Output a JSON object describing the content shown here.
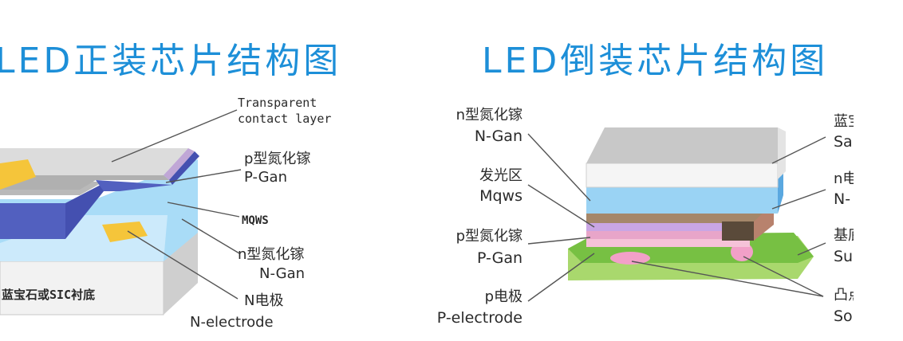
{
  "left": {
    "title": "LED正装芯片结构图",
    "labels": {
      "transparent_1": "Transparent",
      "transparent_2": "contact layer",
      "p_cn": "p型氮化镓",
      "p_en": "P-Gan",
      "mqws": "MQWS",
      "n_cn": "n型氮化镓",
      "n_en": "N-Gan",
      "ne_cn": "N电极",
      "ne_en": "N-electrode",
      "substrate": "蓝宝石或SIC衬底"
    }
  },
  "right": {
    "title": "LED倒装芯片结构图",
    "labels": {
      "n_cn": "n型氮化镓",
      "n_en": "N-Gan",
      "mqw_cn": "发光区",
      "mqw_en": "Mqws",
      "p_cn": "p型氮化镓",
      "p_en": "P-Gan",
      "pe_cn": "p电极",
      "pe_en": "P-electrode",
      "sapphire_cn": "蓝宝",
      "sapphire_en": "Sa",
      "ne_cn": "n电",
      "ne_en": "N-",
      "sub_cn": "基底",
      "sub_en": "Su",
      "bump_cn": "凸点",
      "bump_en": "So"
    }
  }
}
